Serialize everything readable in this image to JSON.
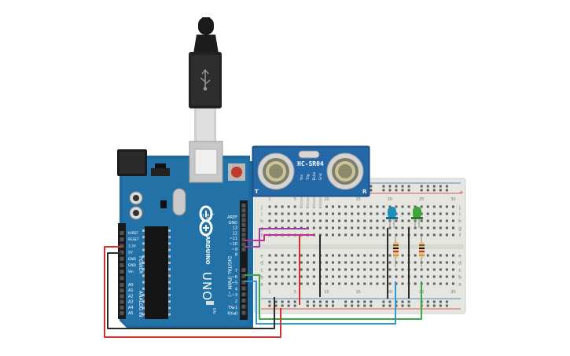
{
  "board": {
    "model": "UNO",
    "brand": "ARDUINO",
    "tx_label": "TX",
    "rx_label": "RX",
    "l_label": "L",
    "on_label": "ON",
    "power_header": "POWER",
    "analog_header": "ANALOG IN",
    "digital_header": "DIGITAL (PWM ~)",
    "power_pins": [
      "IOREF",
      "RESET",
      "3.3V",
      "5V",
      "GND",
      "GND",
      "Vin"
    ],
    "analog_pins": [
      "A0",
      "A1",
      "A2",
      "A3",
      "A4",
      "A5"
    ],
    "digital_top": [
      "AREF",
      "GND",
      "13",
      "12",
      "~11",
      "~10",
      "~9",
      "8"
    ],
    "digital_bottom": [
      "7",
      "~6",
      "~5",
      "4",
      "~3",
      "2",
      "TX▸1",
      "RX◂0"
    ]
  },
  "sensor": {
    "model": "HC-SR04",
    "pins": [
      "Vcc",
      "Trig",
      "Echo",
      "Gnd"
    ],
    "side_left": "T",
    "side_right": "R"
  },
  "breadboard": {
    "row_letters": [
      "j",
      "i",
      "h",
      "g",
      "f",
      "e",
      "d",
      "c",
      "b",
      "a"
    ],
    "col_numbers": [
      "1",
      "5",
      "10",
      "15",
      "20",
      "25",
      "30"
    ]
  },
  "colors": {
    "board": "#1f6fa3",
    "board_dark": "#164f77",
    "breadboard": "#e9e9e4",
    "wire_red": "#d0332e",
    "wire_black": "#2b2b2b",
    "wire_purple": "#9b3ea0",
    "wire_magenta": "#c4308c",
    "wire_blue": "#2f9bd6",
    "wire_green": "#3aa84a",
    "led_blue": "#1e8fb8",
    "led_green": "#3ea63a"
  }
}
